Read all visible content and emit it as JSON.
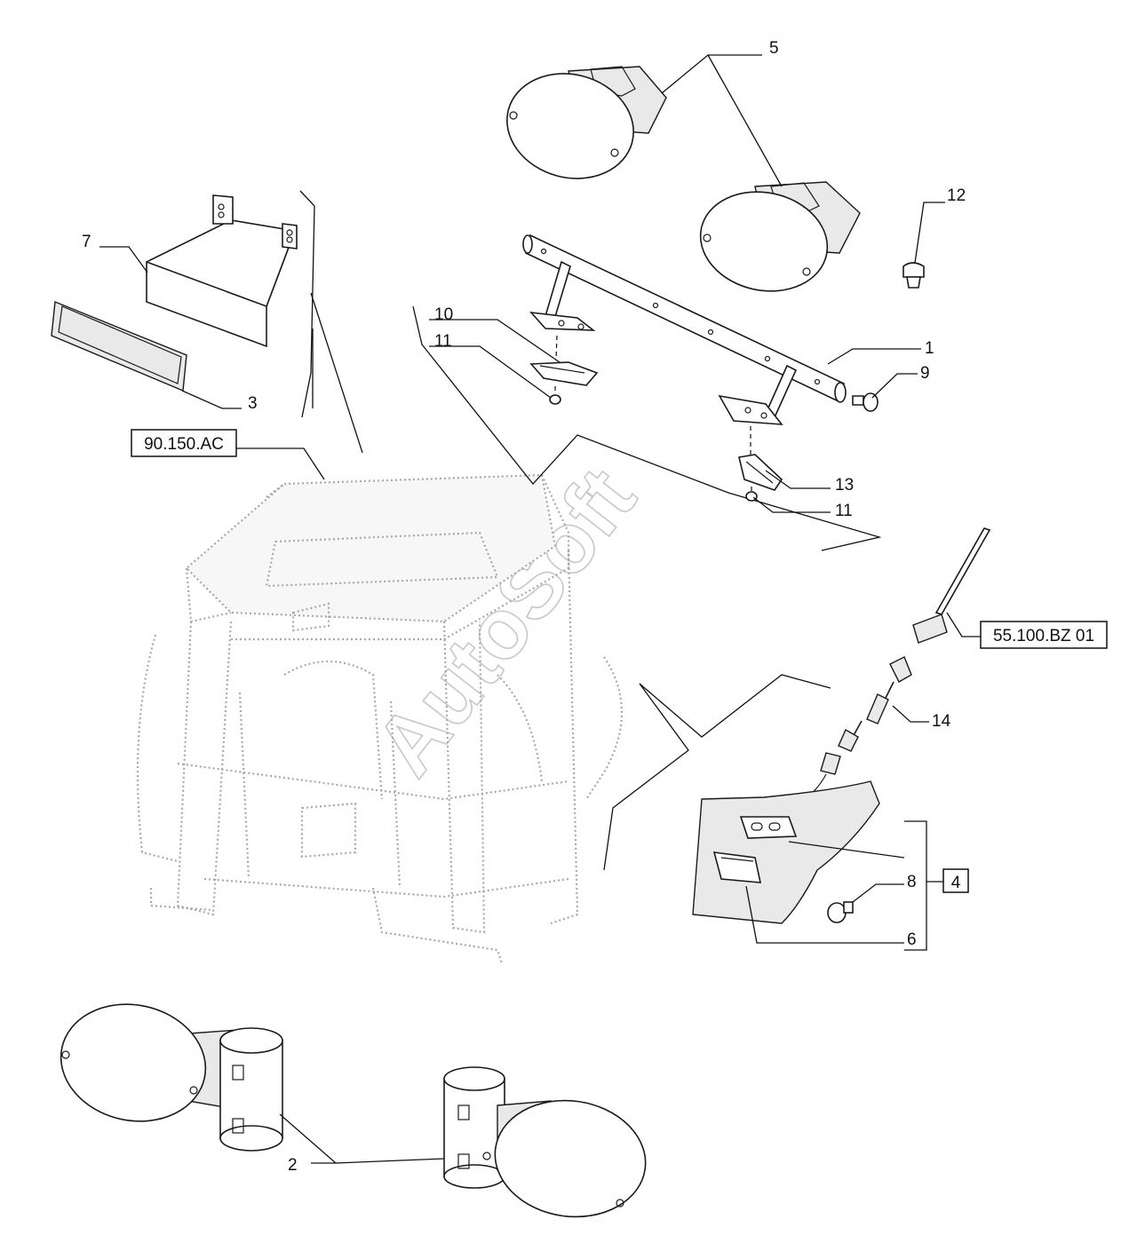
{
  "diagram": {
    "watermark": "AutoSoft",
    "callouts": {
      "c1": "1",
      "c2": "2",
      "c3": "3",
      "c4": "4",
      "c5": "5",
      "c6": "6",
      "c7": "7",
      "c8": "8",
      "c9": "9",
      "c10": "10",
      "c11a": "11",
      "c11b": "11",
      "c12": "12",
      "c13": "13",
      "c14": "14"
    },
    "references": {
      "cab": "90.150.AC",
      "harness": "55.100.BZ 01"
    }
  }
}
